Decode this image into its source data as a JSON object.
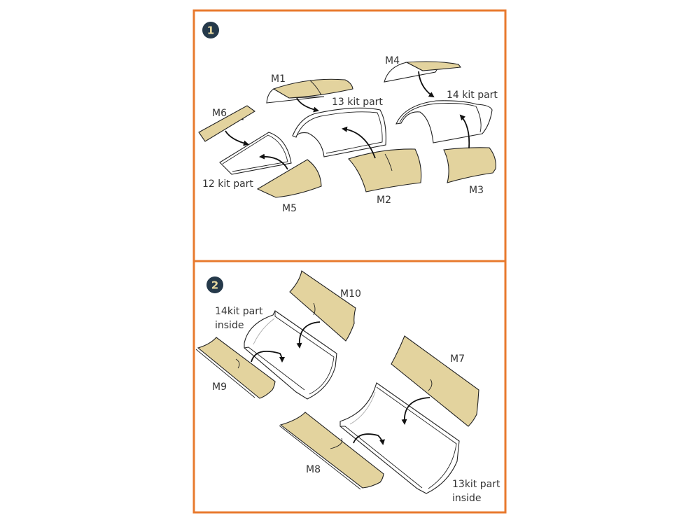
{
  "colors": {
    "frame": "#e87a2e",
    "mask": "#e3d39e",
    "badge": "#25394a",
    "badge_text": "#e8d9a0"
  },
  "step1": {
    "number": "1",
    "labels": {
      "m1": "M1",
      "m2": "M2",
      "m3": "M3",
      "m4": "M4",
      "m5": "M5",
      "m6": "M6",
      "kit12": "12 kit part",
      "kit13": "13 kit part",
      "kit14": "14 kit part"
    }
  },
  "step2": {
    "number": "2",
    "labels": {
      "m7": "M7",
      "m8": "M8",
      "m9": "M9",
      "m10": "M10",
      "kit14_a": "14kit part",
      "kit14_b": "inside",
      "kit13_a": "13kit part",
      "kit13_b": "inside"
    }
  }
}
